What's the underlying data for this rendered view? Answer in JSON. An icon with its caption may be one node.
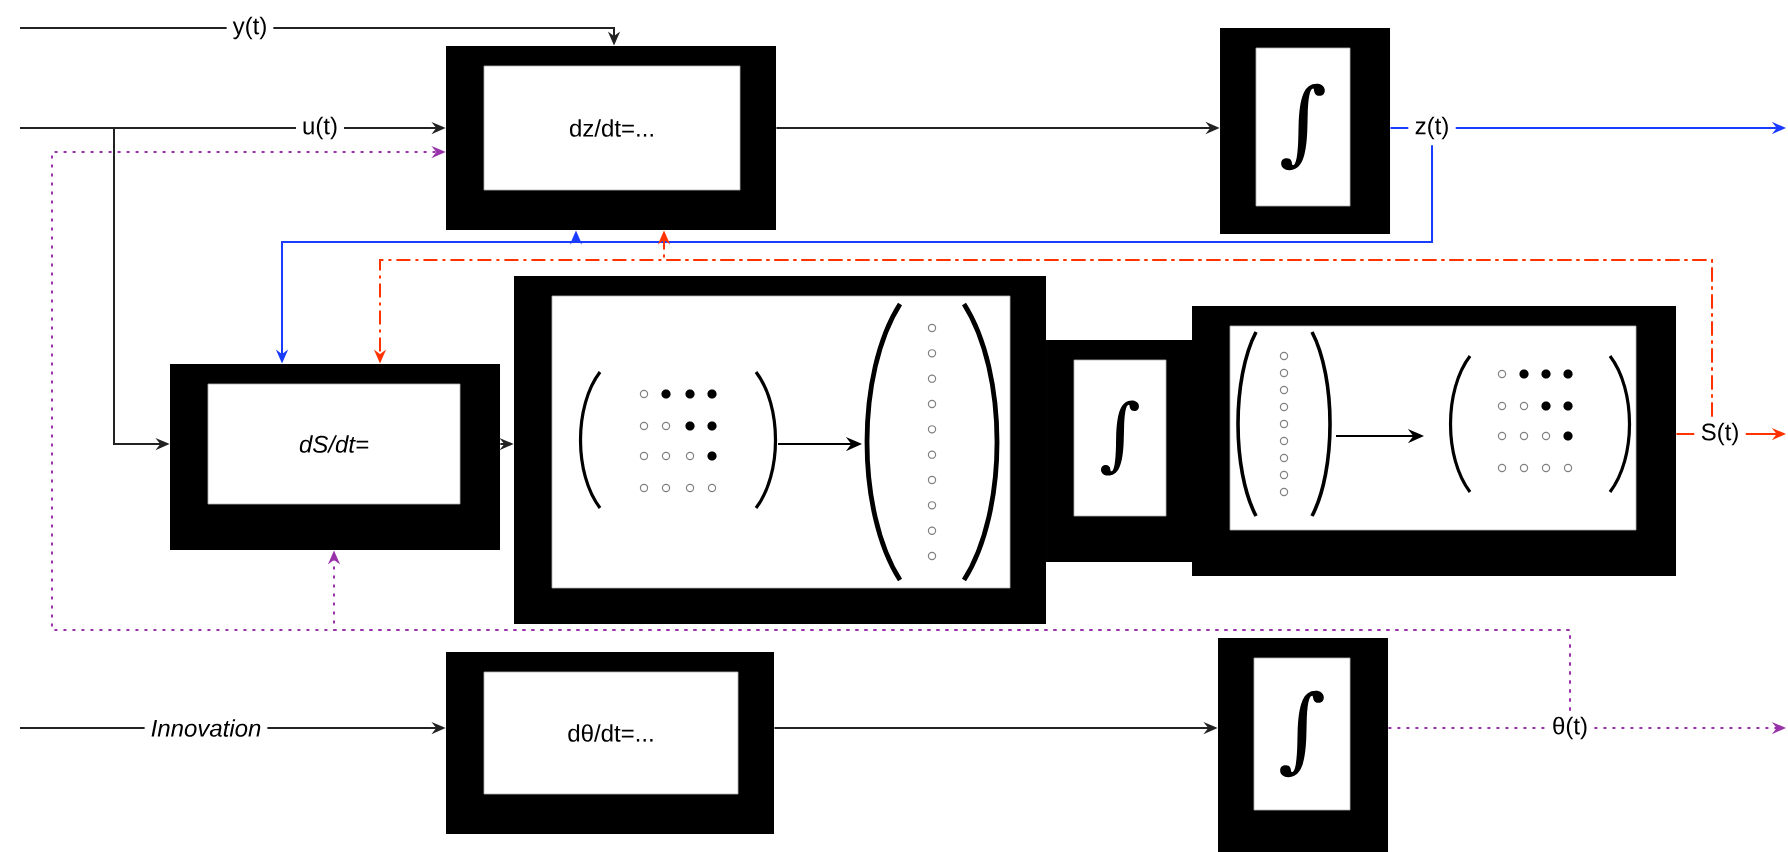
{
  "diagram": {
    "nodes": [
      {
        "text": [
          "dz/dt=..."
        ]
      },
      {
        "text": [
          "∫"
        ]
      },
      {
        "text": [
          "z(t)"
        ]
      },
      {
        "text": [
          "dS/dt="
        ]
      },
      {
        "text": [],
        "shape": "box"
      },
      {
        "text": [
          "∫"
        ]
      },
      {
        "text": [],
        "shape": "box"
      },
      {
        "text": [
          "S(t)"
        ]
      },
      {
        "text": [
          "dθ/dt=..."
        ]
      },
      {
        "text": [
          "∫"
        ]
      },
      {
        "text": [
          "θ(t)"
        ]
      }
    ],
    "edges": [
      {
        "from": null,
        "to": 0,
        "arrow": "to",
        "label": "y(t)"
      },
      {
        "from": null,
        "to": 0,
        "arrow": "to",
        "label": "u(t)"
      },
      {
        "from": null,
        "to": 3,
        "arrow": "to"
      },
      {
        "from": 0,
        "to": 1,
        "arrow": "to"
      },
      {
        "from": 1,
        "to": 2,
        "arrow": "none",
        "color": "#1a3cff"
      },
      {
        "from": 2,
        "to": null,
        "arrow": "to",
        "color": "#1a3cff"
      },
      {
        "from": 2,
        "to": 0,
        "arrow": "to",
        "color": "#1a3cff"
      },
      {
        "from": 2,
        "to": 3,
        "arrow": "to",
        "color": "#1a3cff"
      },
      {
        "from": 3,
        "to": 4,
        "arrow": "to"
      },
      {
        "from": 6,
        "to": 7,
        "arrow": "none",
        "color": "#ff3300"
      },
      {
        "from": 7,
        "to": null,
        "arrow": "to",
        "color": "#ff3300"
      },
      {
        "from": 7,
        "to": 0,
        "arrow": "to",
        "style": "dashed",
        "color": "#ff3300"
      },
      {
        "from": 7,
        "to": 3,
        "arrow": "to",
        "style": "dashed",
        "color": "#ff3300"
      },
      {
        "from": null,
        "to": 8,
        "arrow": "to",
        "label": "Innovation"
      },
      {
        "from": 8,
        "to": 9,
        "arrow": "to"
      },
      {
        "from": 9,
        "to": 10,
        "arrow": "none",
        "style": "dashed",
        "color": "#9933aa"
      },
      {
        "from": 10,
        "to": null,
        "arrow": "to",
        "style": "dashed",
        "color": "#9933aa"
      },
      {
        "from": 10,
        "to": 0,
        "arrow": "to",
        "style": "dashed",
        "color": "#9933aa"
      },
      {
        "from": 10,
        "to": 3,
        "arrow": "to",
        "style": "dashed",
        "color": "#9933aa"
      }
    ]
  }
}
